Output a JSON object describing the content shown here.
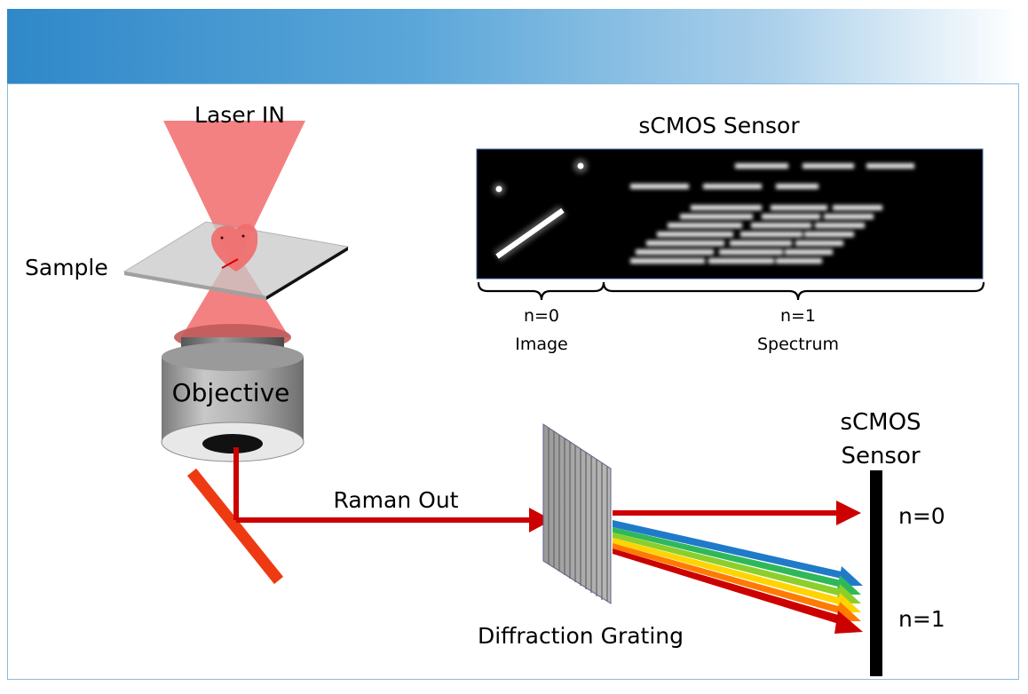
{
  "labels": {
    "laser_in": "Laser IN",
    "sample": "Sample",
    "objective": "Objective",
    "raman_out": "Raman Out",
    "diffraction_grating": "Diffraction Grating",
    "sensor_top_title": "sCMOS Sensor",
    "order0_label": "n=0",
    "order0_caption": "Image",
    "order1_label": "n=1",
    "order1_caption": "Spectrum",
    "sensor_side_line1": "sCMOS",
    "sensor_side_line2": "Sensor",
    "sensor_side_n0": "n=0",
    "sensor_side_n1": "n=1"
  },
  "colors": {
    "header_start": "#2f88c8",
    "laser": "#f26b6b",
    "raman_beam": "#cc0000",
    "mirror": "#ee3a12",
    "sensor": "#000000",
    "rainbow": [
      "#cc0000",
      "#ff7a00",
      "#ffd400",
      "#8ccf2a",
      "#2fb85a",
      "#1f7ac9"
    ]
  }
}
